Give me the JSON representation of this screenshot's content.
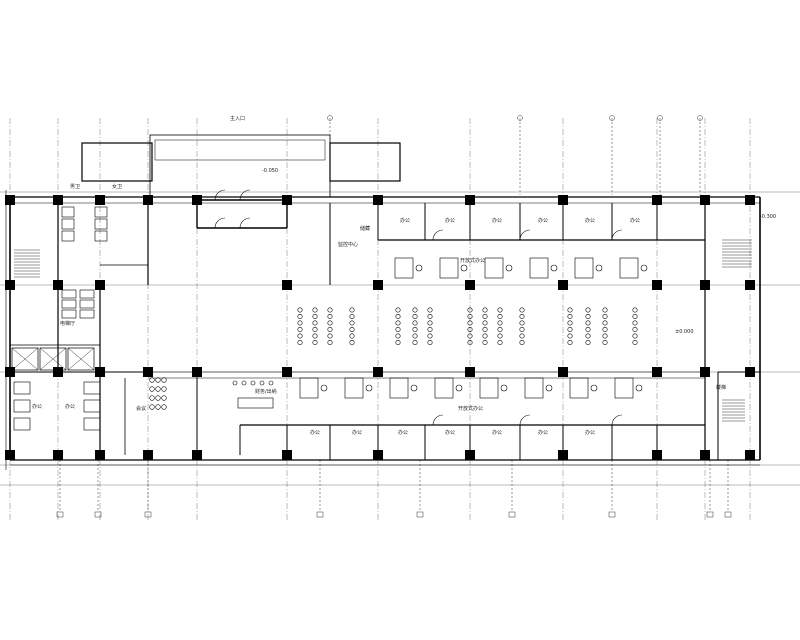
{
  "drawing": {
    "type": "floor-plan",
    "room_labels": {
      "office": "办公",
      "male_wc": "男卫",
      "female_wc": "女卫",
      "monitor_center": "监控中心",
      "open_office_north": "开放式办公",
      "open_office_south": "开放式办公",
      "finance": "财务/出纳",
      "meeting": "会议",
      "stair": "楼梯",
      "elevator_lobby": "电梯厅",
      "entrance": "主入口",
      "storage": "储藏"
    },
    "elevation_marks": [
      "-0.050",
      "±0.000",
      "-0.300"
    ],
    "line_color": "#000000"
  }
}
